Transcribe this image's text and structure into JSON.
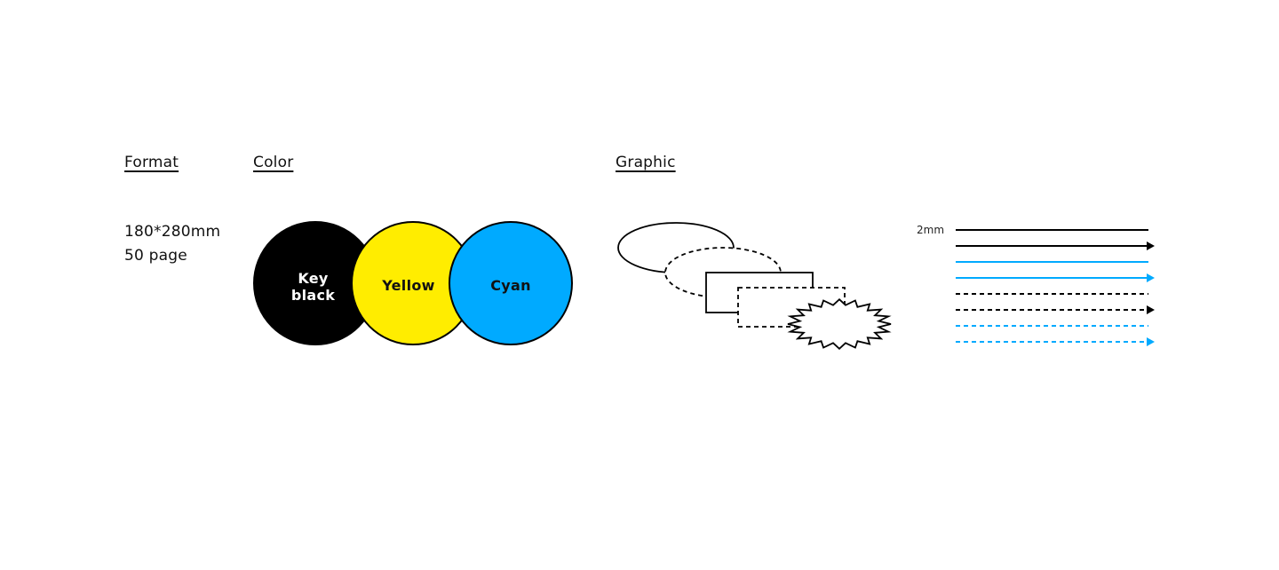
{
  "headings": {
    "format": "Format",
    "color": "Color",
    "graphic": "Graphic"
  },
  "format": {
    "size": "180*280mm",
    "pages": "50 page"
  },
  "color": {
    "swatches": [
      {
        "line1": "Key",
        "line2": "black",
        "fill": "#000000",
        "text_color": "#ffffff"
      },
      {
        "label": "Yellow",
        "fill": "#FFED00",
        "text_color": "#111111"
      },
      {
        "label": "Cyan",
        "fill": "#00AAFF",
        "text_color": "#111111"
      }
    ]
  },
  "graphic": {
    "shapes": [
      "ellipse-solid",
      "ellipse-dashed",
      "rectangle-solid",
      "rectangle-dashed",
      "starburst"
    ],
    "stroke_label": "2mm",
    "lines": [
      {
        "style": "solid",
        "color": "#000000",
        "arrow": false
      },
      {
        "style": "solid",
        "color": "#000000",
        "arrow": true
      },
      {
        "style": "solid",
        "color": "#00AAFF",
        "arrow": false
      },
      {
        "style": "solid",
        "color": "#00AAFF",
        "arrow": true
      },
      {
        "style": "dashed",
        "color": "#000000",
        "arrow": false
      },
      {
        "style": "dashed",
        "color": "#000000",
        "arrow": true
      },
      {
        "style": "dashed",
        "color": "#00AAFF",
        "arrow": false
      },
      {
        "style": "dashed",
        "color": "#00AAFF",
        "arrow": true
      }
    ]
  }
}
